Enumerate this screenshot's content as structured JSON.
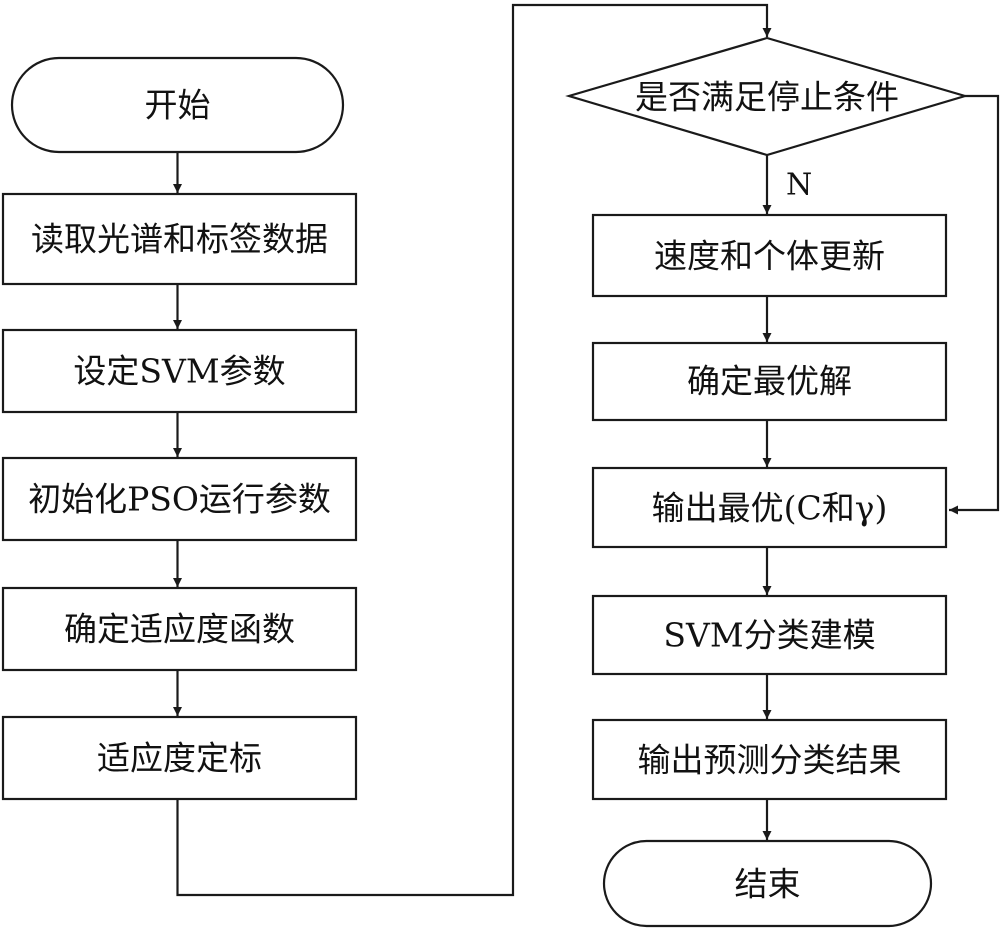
{
  "flowchart": {
    "start": "开始",
    "read_data": "读取光谱和标签数据",
    "set_svm": "设定SVM参数",
    "init_pso": "初始化PSO运行参数",
    "fitness_fn": "确定适应度函数",
    "fitness_scale": "适应度定标",
    "stop_check": "是否满足停止条件",
    "no_label": "N",
    "update": "速度和个体更新",
    "best_solution": "确定最优解",
    "output_best": "输出最优(C和γ)",
    "svm_model": "SVM分类建模",
    "output_result": "输出预测分类结果",
    "end": "结束"
  }
}
